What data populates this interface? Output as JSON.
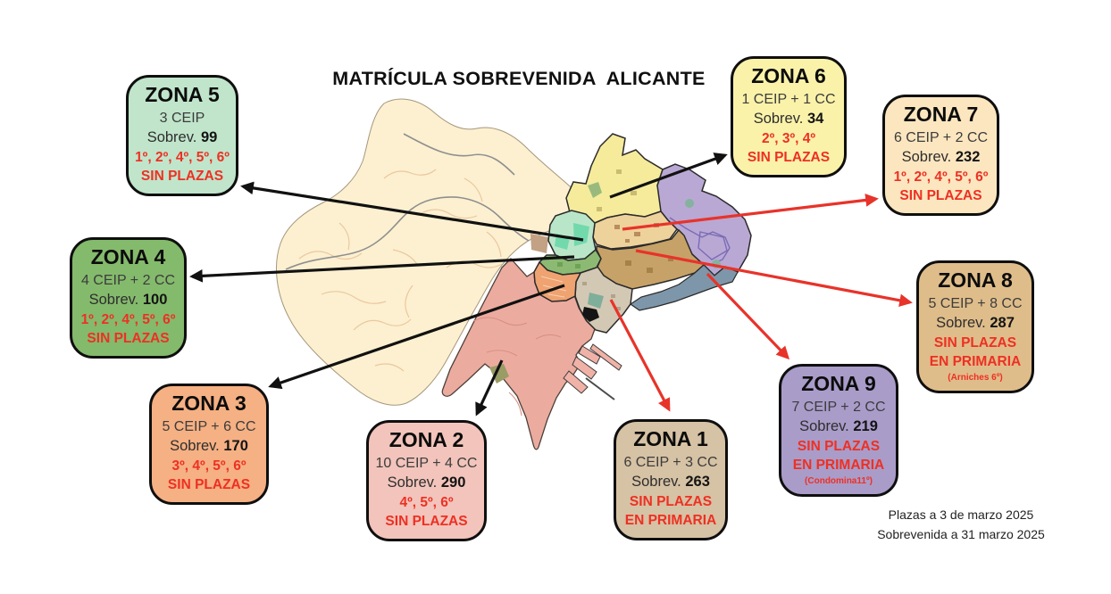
{
  "title": "MATRÍCULA SOBREVENIDA  ALICANTE",
  "footer": {
    "line1": "Plazas a 3 de marzo 2025",
    "line2": "Sobrevenida a 31 marzo 2025"
  },
  "colors": {
    "red_text": "#ee3023",
    "black_arrow": "#111111",
    "red_arrow": "#e8332a"
  },
  "zones": [
    {
      "name": "ZONA 1",
      "schools": "6 CEIP + 3 CC",
      "sobrev_label": "Sobrev.",
      "sobrev": "263",
      "red_line1": "SIN PLAZAS",
      "red_line2": "EN PRIMARIA",
      "note": "",
      "box_color": "#d6c2a4"
    },
    {
      "name": "ZONA 2",
      "schools": "10 CEIP + 4 CC",
      "sobrev_label": "Sobrev.",
      "sobrev": "290",
      "red_line1": "4º, 5º, 6º",
      "red_line2": "SIN PLAZAS",
      "note": "",
      "box_color": "#f2c4bb"
    },
    {
      "name": "ZONA 3",
      "schools": "5 CEIP + 6 CC",
      "sobrev_label": "Sobrev.",
      "sobrev": "170",
      "red_line1": "3º, 4º, 5º, 6º",
      "red_line2": "SIN PLAZAS",
      "note": "",
      "box_color": "#f5b083"
    },
    {
      "name": "ZONA 4",
      "schools": "4 CEIP + 2 CC",
      "sobrev_label": "Sobrev.",
      "sobrev": "100",
      "red_line1": "1º, 2º, 4º, 5º, 6º",
      "red_line2": "SIN PLAZAS",
      "note": "",
      "box_color": "#84ba6c"
    },
    {
      "name": "ZONA 5",
      "schools": "3 CEIP",
      "sobrev_label": "Sobrev.",
      "sobrev": "99",
      "red_line1": "1º, 2º, 4º, 5º, 6º",
      "red_line2": "SIN PLAZAS",
      "note": "",
      "box_color": "#c0e5cb"
    },
    {
      "name": "ZONA 6",
      "schools": "1 CEIP + 1 CC",
      "sobrev_label": "Sobrev.",
      "sobrev": "34",
      "red_line1": "2º, 3º, 4º",
      "red_line2": "SIN PLAZAS",
      "note": "",
      "box_color": "#faf2a9"
    },
    {
      "name": "ZONA 7",
      "schools": "6 CEIP + 2 CC",
      "sobrev_label": "Sobrev.",
      "sobrev": "232",
      "red_line1": "1º, 2º, 4º, 5º, 6º",
      "red_line2": "SIN PLAZAS",
      "note": "",
      "box_color": "#fce6bf"
    },
    {
      "name": "ZONA 8",
      "schools": "5 CEIP + 8 CC",
      "sobrev_label": "Sobrev.",
      "sobrev": "287",
      "red_line1": "SIN PLAZAS",
      "red_line2": "EN PRIMARIA",
      "note": "(Arniches 6º)",
      "box_color": "#dfbd8a"
    },
    {
      "name": "ZONA 9",
      "schools": "7 CEIP + 2 CC",
      "sobrev_label": "Sobrev.",
      "sobrev": "219",
      "red_line1": "SIN PLAZAS",
      "red_line2": "EN PRIMARIA",
      "note": "(Condomina11º)",
      "box_color": "#a99cc9"
    }
  ],
  "map": {
    "regions": [
      {
        "id": "outskirts",
        "color": "#fcf0d0"
      },
      {
        "id": "zona2-south",
        "color": "#ecab9f"
      },
      {
        "id": "zona6-north",
        "color": "#f5eb9b"
      },
      {
        "id": "zona7-east",
        "color": "#eed29b"
      },
      {
        "id": "zona5-center",
        "color": "#b9e6c9"
      },
      {
        "id": "zona4-center",
        "color": "#8cba73"
      },
      {
        "id": "zona8-band",
        "color": "#c6a268"
      },
      {
        "id": "zona9-east",
        "color": "#b9a8d4"
      },
      {
        "id": "zona3-west",
        "color": "#efa371"
      },
      {
        "id": "zona1-port",
        "color": "#d3c8b4"
      },
      {
        "id": "coast-strip",
        "color": "#7e96a9"
      },
      {
        "id": "port-docks",
        "color": "#f0b2a7"
      }
    ]
  }
}
